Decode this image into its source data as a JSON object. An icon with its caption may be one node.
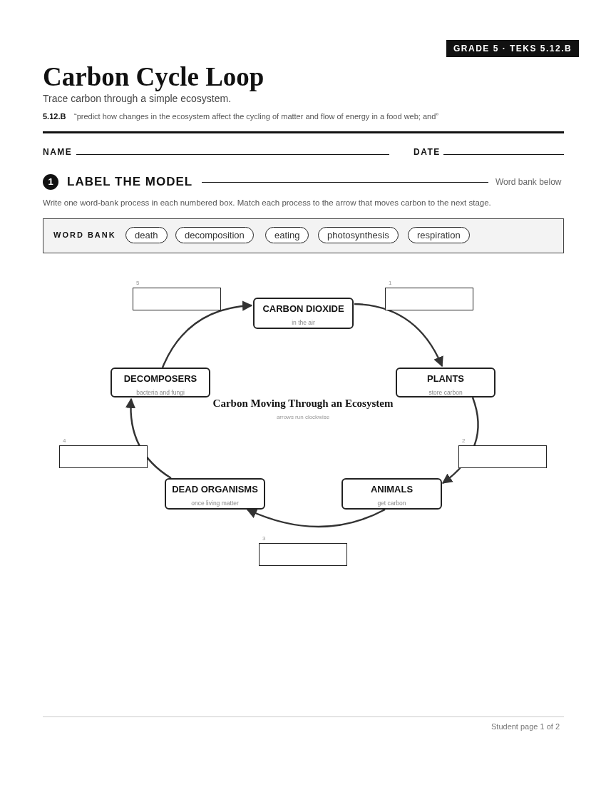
{
  "diagram": {
    "title": "Carbon Cycle Loop",
    "nodes": [
      {
        "text": [
          "CARBON DIOXIDE",
          "in the air"
        ]
      },
      {
        "text": [
          "PLANTS",
          "store carbon"
        ]
      },
      {
        "text": [
          "ANIMALS",
          "get carbon"
        ]
      },
      {
        "text": [
          "DEAD ORGANISMS",
          "once living matter"
        ]
      },
      {
        "text": [
          "DECOMPOSERS",
          "bacteria and fungi"
        ]
      }
    ],
    "edges": [
      {
        "from": 0,
        "to": 1,
        "arrow": "to"
      },
      {
        "from": 1,
        "to": 2,
        "arrow": "to"
      },
      {
        "from": 2,
        "to": 3,
        "arrow": "to"
      },
      {
        "from": 3,
        "to": 4,
        "arrow": "to"
      },
      {
        "from": 4,
        "to": 0,
        "arrow": "to"
      }
    ],
    "labels": [
      "GRADE 5 · TEKS 5.12.B",
      "Trace carbon through a simple ecosystem.",
      "5.12.B",
      "“predict how changes in the ecosystem affect the cycling of matter and flow of energy in a food web; and”",
      "NAME",
      "DATE",
      "1",
      "LABEL THE MODEL",
      "Word bank below",
      "Write one word-bank process in each numbered box. Match each process to the arrow that moves carbon to the next stage.",
      "WORD BANK",
      "death",
      "decomposition",
      "eating",
      "photosynthesis",
      "respiration",
      "5",
      "1",
      "Carbon Moving Through an Ecosystem",
      "arrows run clockwise",
      "4",
      "2",
      "3",
      "Student page 1 of 2"
    ]
  }
}
